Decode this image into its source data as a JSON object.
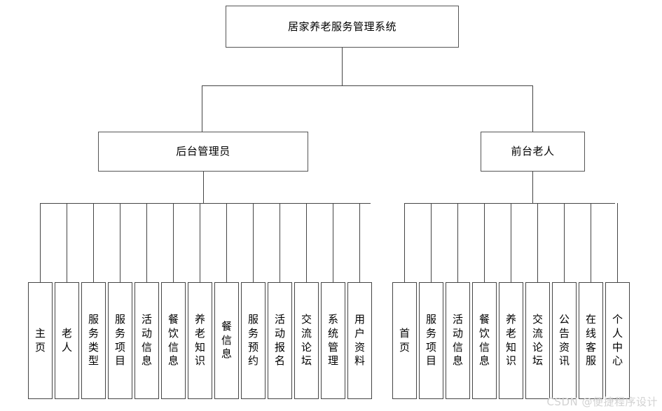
{
  "diagram": {
    "type": "tree-hierarchy",
    "root": {
      "label": "居家养老服务管理系统"
    },
    "actors": [
      {
        "label": "后台管理员"
      },
      {
        "label": "前台老人"
      }
    ],
    "admin_modules": [
      {
        "label": "主页"
      },
      {
        "label": "老人"
      },
      {
        "label": "服务类型"
      },
      {
        "label": "服务项目"
      },
      {
        "label": "活动信息"
      },
      {
        "label": "餐饮信息"
      },
      {
        "label": "养老知识"
      },
      {
        "label": "餐信息"
      },
      {
        "label": "服务预约"
      },
      {
        "label": "活动报名"
      },
      {
        "label": "交流论坛"
      },
      {
        "label": "系统管理"
      },
      {
        "label": "用户资料"
      }
    ],
    "user_modules": [
      {
        "label": "首页"
      },
      {
        "label": "服务项目"
      },
      {
        "label": "活动信息"
      },
      {
        "label": "餐饮信息"
      },
      {
        "label": "养老知识"
      },
      {
        "label": "交流论坛"
      },
      {
        "label": "公告资讯"
      },
      {
        "label": "在线客服"
      },
      {
        "label": "个人中心"
      }
    ],
    "colors": {
      "background": "#ffffff",
      "box_border": "#444444",
      "line": "#444444",
      "text": "#000000",
      "watermark": "#d2d2d2"
    }
  },
  "watermark": {
    "text": "CSDN @便捷程序设计"
  }
}
